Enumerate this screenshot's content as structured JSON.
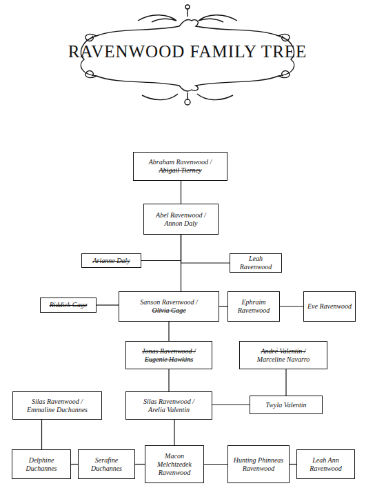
{
  "diagram": {
    "title": "RAVENWOOD FAMILY TREE",
    "nodes": [
      {
        "text": [
          "Abraham Ravenwood /",
          "Abigail Tierney"
        ]
      },
      {
        "text": [
          "Abel Ravenwood /",
          "Annon Daly"
        ]
      },
      {
        "text": [
          "Arianne Daly"
        ]
      },
      {
        "text": [
          "Leah Ravenwood"
        ]
      },
      {
        "text": [
          "Riddick Gage"
        ]
      },
      {
        "text": [
          "Sanson Ravenwood /",
          "Olivia Gage"
        ]
      },
      {
        "text": [
          "Ephraim Ravenwood"
        ]
      },
      {
        "text": [
          "Eve Ravenwood"
        ]
      },
      {
        "text": [
          "Jonas Ravenwood /",
          "Eugenie Hawkins"
        ]
      },
      {
        "text": [
          "André Valentin /",
          "Marceline Navarro"
        ]
      },
      {
        "text": [
          "Silas Ravenwood /",
          "Emmaline Duchannes"
        ]
      },
      {
        "text": [
          "Silas Ravenwood /",
          "Arelia Valentin"
        ]
      },
      {
        "text": [
          "Twyla Valentin"
        ]
      },
      {
        "text": [
          "Delphine Duchannes"
        ]
      },
      {
        "text": [
          "Serafine Duchannes"
        ]
      },
      {
        "text": [
          "Macon Melchizedek Ravenwood"
        ]
      },
      {
        "text": [
          "Hunting Phinneas Ravenwood"
        ]
      },
      {
        "text": [
          "Leah Ann Ravenwood"
        ]
      }
    ],
    "edges": [
      {
        "from": 0,
        "to": 1,
        "arrow": "none"
      },
      {
        "from": 1,
        "to": 2,
        "arrow": "none"
      },
      {
        "from": 1,
        "to": 3,
        "arrow": "none"
      },
      {
        "from": 1,
        "to": 5,
        "arrow": "none"
      },
      {
        "from": 4,
        "to": 5,
        "arrow": "none"
      },
      {
        "from": 5,
        "to": 6,
        "arrow": "none"
      },
      {
        "from": 6,
        "to": 7,
        "arrow": "none"
      },
      {
        "from": 5,
        "to": 8,
        "arrow": "none"
      },
      {
        "from": 8,
        "to": 11,
        "arrow": "none"
      },
      {
        "from": 9,
        "to": 12,
        "arrow": "none"
      },
      {
        "from": 12,
        "to": 11,
        "arrow": "none"
      },
      {
        "from": 10,
        "to": 13,
        "arrow": "none"
      },
      {
        "from": 13,
        "to": 14,
        "arrow": "none"
      },
      {
        "from": 14,
        "to": 15,
        "arrow": "none"
      },
      {
        "from": 11,
        "to": 15,
        "arrow": "none"
      },
      {
        "from": 15,
        "to": 16,
        "arrow": "none"
      },
      {
        "from": 16,
        "to": 17,
        "arrow": "none"
      }
    ]
  }
}
